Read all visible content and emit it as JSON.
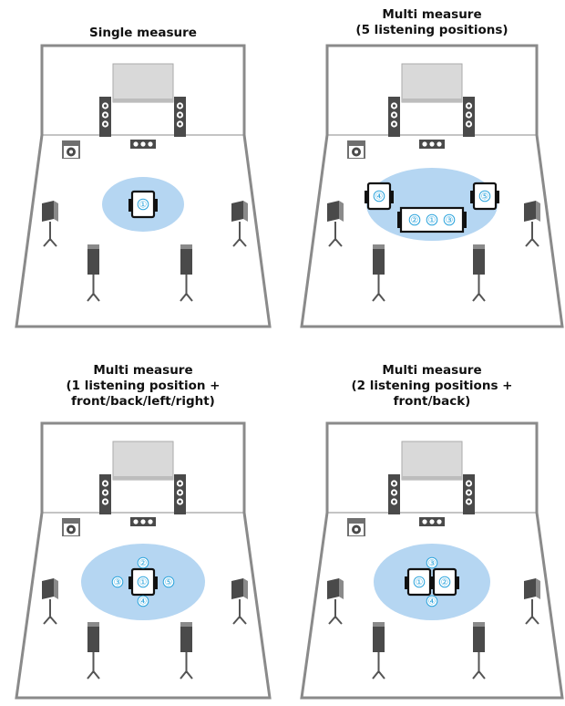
{
  "panels": [
    {
      "id": "single",
      "title_lines": [
        "Single measure"
      ],
      "positions": [
        {
          "label": "①",
          "slot": "main"
        }
      ]
    },
    {
      "id": "multi-5",
      "title_lines": [
        "Multi measure",
        "(5 listening positions)"
      ],
      "positions": [
        {
          "label": "②",
          "slot": "sofa-left"
        },
        {
          "label": "①",
          "slot": "sofa-center"
        },
        {
          "label": "③",
          "slot": "sofa-right"
        },
        {
          "label": "④",
          "slot": "chair-left"
        },
        {
          "label": "⑤",
          "slot": "chair-right"
        }
      ]
    },
    {
      "id": "multi-1-plus",
      "title_lines": [
        "Multi measure",
        "(1 listening position +",
        "front/back/left/right)"
      ],
      "positions": [
        {
          "label": "①",
          "slot": "main"
        },
        {
          "label": "②",
          "slot": "front"
        },
        {
          "label": "③",
          "slot": "left"
        },
        {
          "label": "④",
          "slot": "back"
        },
        {
          "label": "⑤",
          "slot": "right"
        }
      ]
    },
    {
      "id": "multi-2-plus",
      "title_lines": [
        "Multi measure",
        "(2 listening positions +",
        "front/back)"
      ],
      "positions": [
        {
          "label": "①",
          "slot": "pair-left"
        },
        {
          "label": "②",
          "slot": "pair-right"
        },
        {
          "label": "③",
          "slot": "front"
        },
        {
          "label": "④",
          "slot": "back"
        }
      ]
    }
  ],
  "colors": {
    "room_line": "#8a8a8a",
    "listening_area": "#b5d6f2",
    "number": "#2aa3dc",
    "speaker_dark": "#4a4a4a",
    "tv": "#d9d9d9"
  }
}
